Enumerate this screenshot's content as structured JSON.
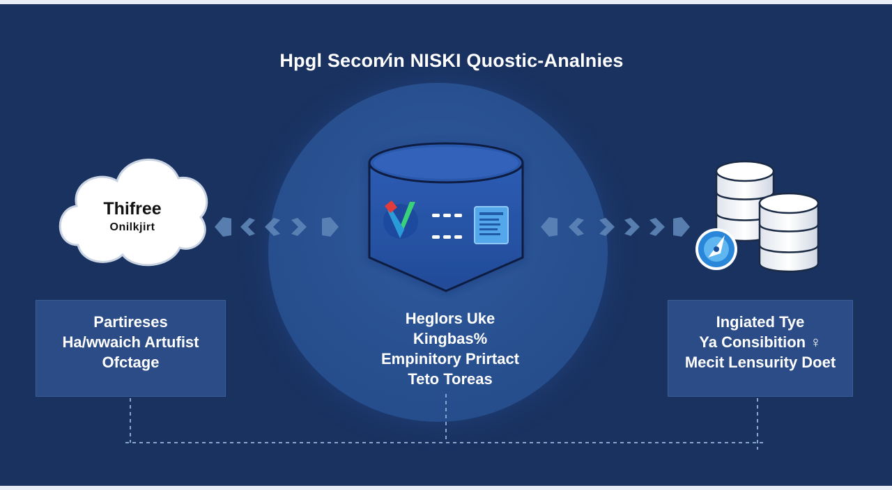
{
  "diagram": {
    "title": "Hpgl Secon⁄in NISKI Quostic-Analnies",
    "cloud": {
      "title": "Thifree",
      "subtitle": "Onilkjirt"
    },
    "left_box": {
      "lines": [
        "Partireses",
        "Ha/wwaich Artufist",
        "Ofctage"
      ]
    },
    "center": {
      "lines": [
        "Heglors Uke",
        "Kingbas%",
        "Empinitory Prirtact",
        "Teto Toreas"
      ]
    },
    "right_box": {
      "lines": [
        "Ingiated Tye",
        "Ya Consibition ♀",
        "Mecit Lensurity Doet"
      ]
    },
    "icons": [
      "cloud-icon",
      "database-cylinder-icon",
      "document-icon",
      "database-stack-icon",
      "compass-icon",
      "arrow-left-icon",
      "arrow-right-icon"
    ],
    "colors": {
      "background": "#1a3260",
      "circle": "#28508f",
      "box": "#2b4c86",
      "cylinder": "#2f5fb5",
      "accent_green": "#39d17a",
      "accent_red": "#e23b3b",
      "arrow": "#5f86b8"
    }
  }
}
